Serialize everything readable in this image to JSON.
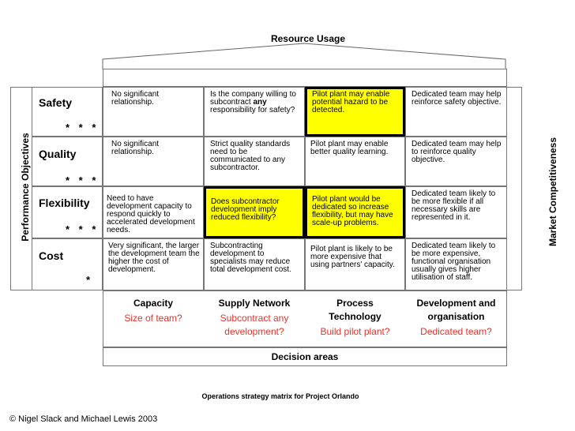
{
  "roof": {
    "label": "Resource Usage"
  },
  "left_axis": {
    "label": "Performance Objectives"
  },
  "right_axis": {
    "label": "Market Competitiveness"
  },
  "objectives": [
    {
      "label": "Safety",
      "stars": "* * *"
    },
    {
      "label": "Quality",
      "stars": "* * *"
    },
    {
      "label": "Flexibility",
      "stars": "* * *"
    },
    {
      "label": "Cost",
      "stars": "*"
    }
  ],
  "columns": [
    {
      "title": "Capacity",
      "question": "Size of team?"
    },
    {
      "title": "Supply Network",
      "question": "Subcontract any development?"
    },
    {
      "title": "Process Technology",
      "question": "Build pilot plant?"
    },
    {
      "title": "Development and organisation",
      "question": "Dedicated team?"
    }
  ],
  "cells": [
    [
      "No significant relationship.",
      "Is the company willing to subcontract any responsibility for safety?",
      "Pilot plant may enable potential hazard to be detected.",
      "Dedicated team may help reinforce safety objective."
    ],
    [
      "No significant relationship.",
      "Strict quality standards need to be communicated to any subcontractor.",
      "Pilot plant may enable better quality learning.",
      "Dedicated team may help to reinforce quality objective."
    ],
    [
      "Need to have development capacity to respond quickly to accelerated development needs.",
      "Does subcontractor development imply reduced flexibility?",
      "Pilot plant would be dedicated so increase flexibility, but may have scale-up problems.",
      "Dedicated team likely to be more flexible if all necessary skills are represented in it."
    ],
    [
      "Very significant, the larger the development team the higher the cost of development.",
      "Subcontracting development to specialists may reduce total development cost.",
      "Pilot plant is likely to be more expensive that using partners' capacity.",
      "Dedicated team likely to be more expensive, functional organisation usually gives higher utilisation of staff."
    ]
  ],
  "highlight_color": "#ffff00",
  "question_color": "#e8312a",
  "decision_label": "Decision areas",
  "caption": "Operations strategy matrix for Project Orlando",
  "copyright": "© Nigel Slack and Michael Lewis 2003"
}
